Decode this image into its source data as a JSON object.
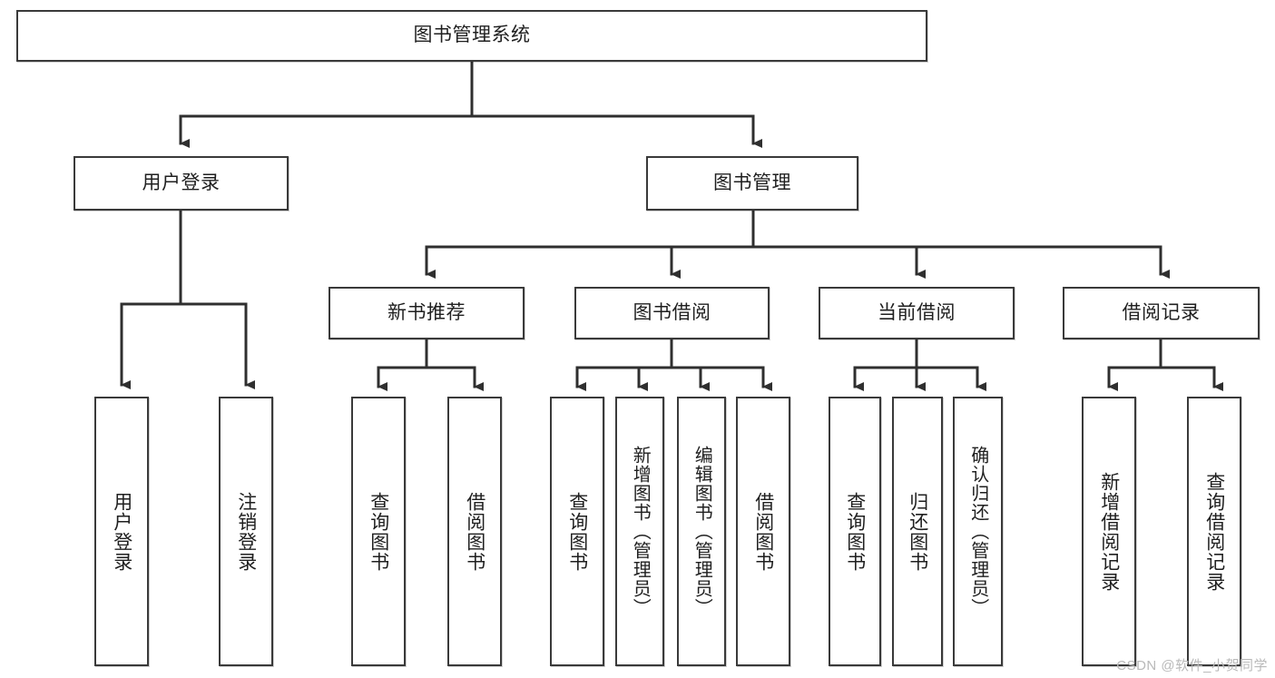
{
  "diagram": {
    "title": "图书管理系统",
    "type": "tree",
    "watermark": "CSDN @软件_小贺同学",
    "colors": {
      "box_border": "#3a3a3a",
      "box_fill": "#ffffff",
      "connector": "#2f2f2f",
      "text": "#1f1f1f",
      "watermark": "#b9b9b9",
      "background": "#ffffff"
    },
    "root": {
      "label": "图书管理系统"
    },
    "level2": [
      {
        "label": "用户登录"
      },
      {
        "label": "图书管理"
      }
    ],
    "level3": [
      {
        "label": "新书推荐"
      },
      {
        "label": "图书借阅"
      },
      {
        "label": "当前借阅"
      },
      {
        "label": "借阅记录"
      }
    ],
    "leaves": {
      "user_login": [
        {
          "label": "用户登录"
        },
        {
          "label": "注销登录"
        }
      ],
      "new_book_recommend": [
        {
          "label": "查询图书"
        },
        {
          "label": "借阅图书"
        }
      ],
      "book_borrow": [
        {
          "label": "查询图书"
        },
        {
          "label": "新增图书（管理员）"
        },
        {
          "label": "编辑图书（管理员）"
        },
        {
          "label": "借阅图书"
        }
      ],
      "current_borrow": [
        {
          "label": "查询图书"
        },
        {
          "label": "归还图书"
        },
        {
          "label": "确认归还（管理员）"
        }
      ],
      "borrow_record": [
        {
          "label": "新增借阅记录"
        },
        {
          "label": "查询借阅记录"
        }
      ]
    }
  }
}
